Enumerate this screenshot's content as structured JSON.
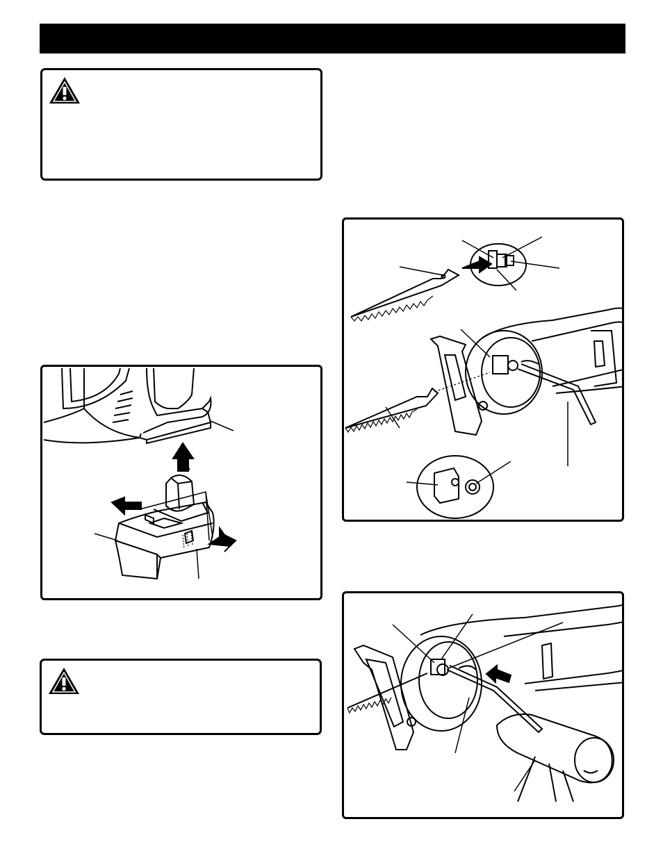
{
  "page": {
    "header_text": "",
    "warning_top": {
      "icon": "warning-triangle-icon",
      "text": ""
    },
    "warning_bottom": {
      "icon": "warning-triangle-icon",
      "text": ""
    }
  },
  "figures": {
    "battery_removal": {
      "description_icon": "battery-pack-removal-illustration"
    },
    "blade_install": {
      "description_icon": "saw-blade-clamp-illustration"
    },
    "blade_tighten": {
      "description_icon": "hex-key-tightening-illustration"
    }
  },
  "colors": {
    "ink": "#000000",
    "paper": "#ffffff"
  }
}
